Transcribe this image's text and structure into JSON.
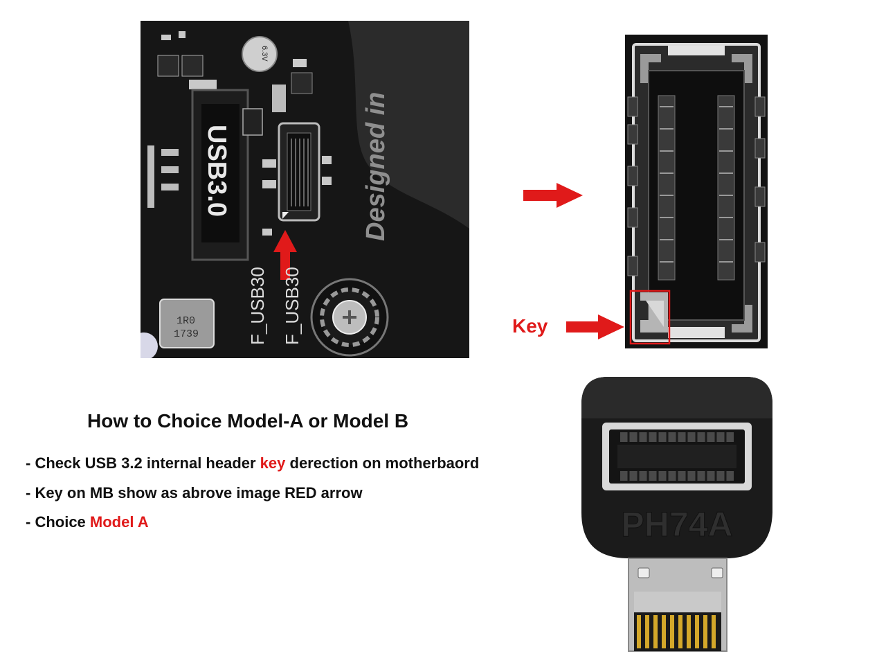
{
  "motherboard_photo": {
    "silk_usb": "USB3.0",
    "silk_f_usb30_a": "F_USB30",
    "silk_f_usb30_b": "F_USB30",
    "silk_designed": "Designed in",
    "capacitor_text": "6.3V",
    "inductor_line1": "1R0",
    "inductor_line2": "1739"
  },
  "key_label": "Key",
  "adapter_label": "PH74A",
  "heading": "How to Choice Model-A or Model B",
  "bullets": {
    "b1_pre": "- Check USB 3.2 internal header ",
    "b1_red": "key",
    "b1_post": " derection on motherbaord",
    "b2": "- Key on MB show as abrove image RED arrow",
    "b3_pre": "- Choice ",
    "b3_red": "Model A"
  },
  "colors": {
    "accent_red": "#e01a1a",
    "board_black": "#141414"
  }
}
